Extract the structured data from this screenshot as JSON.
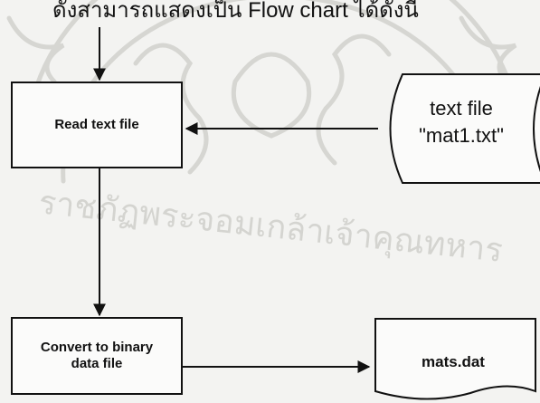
{
  "page": {
    "heading": "ดังสามารถแสดงเป็น Flow chart ได้ดังนี้"
  },
  "flowchart": {
    "process_read": "Read text file",
    "input_file_line1": "text file",
    "input_file_line2": "\"mat1.txt\"",
    "process_convert_line1": "Convert to binary",
    "process_convert_line2": "data file",
    "output_file": "mats.dat"
  },
  "watermark": {
    "text": "ราชภัฏพระจอมเกล้าเจ้าคุณทหาร",
    "color": "#d4d4d0"
  }
}
